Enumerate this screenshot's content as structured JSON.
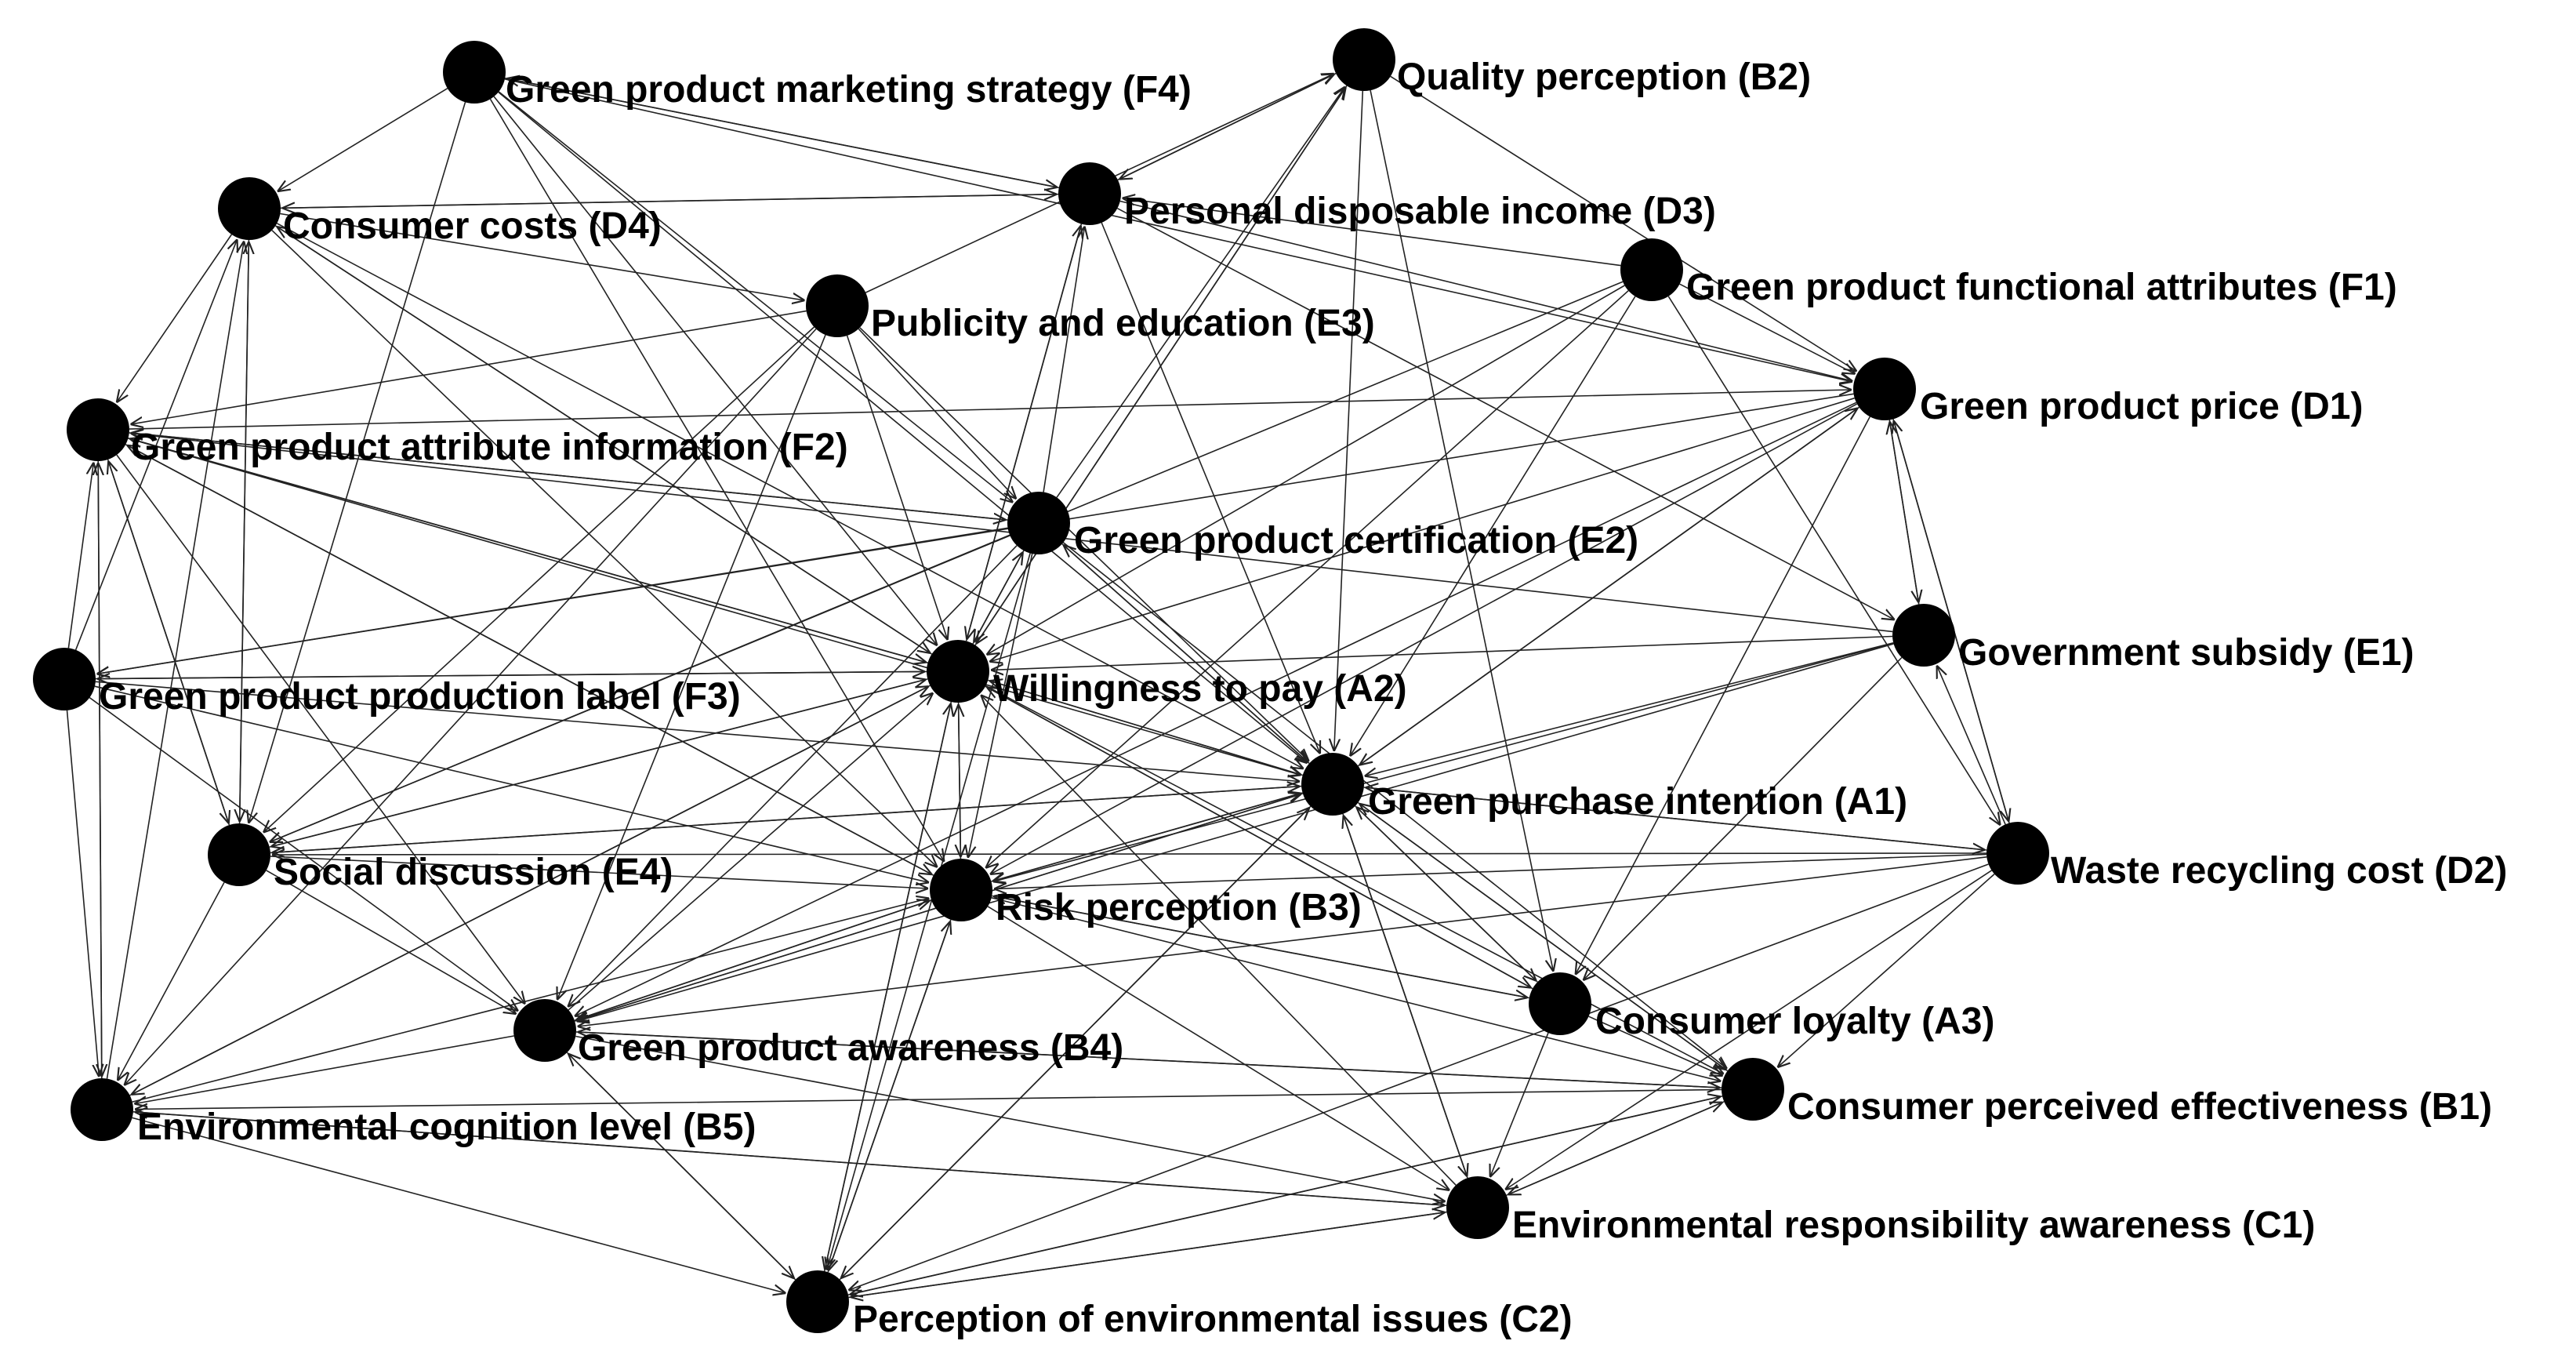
{
  "nodes": [
    {
      "id": "F4",
      "label": "Green product marketing strategy (F4)"
    },
    {
      "id": "B2",
      "label": "Quality perception (B2)"
    },
    {
      "id": "D4",
      "label": "Consumer costs (D4)"
    },
    {
      "id": "D3",
      "label": "Personal disposable income (D3)"
    },
    {
      "id": "F1",
      "label": "Green product functional attributes (F1)"
    },
    {
      "id": "E3",
      "label": "Publicity and education (E3)"
    },
    {
      "id": "D1",
      "label": "Green product price (D1)"
    },
    {
      "id": "F2",
      "label": "Green product attribute information (F2)"
    },
    {
      "id": "E2",
      "label": "Green product certification (E2)"
    },
    {
      "id": "E1",
      "label": "Government subsidy (E1)"
    },
    {
      "id": "F3",
      "label": "Green product production label (F3)"
    },
    {
      "id": "A2",
      "label": "Willingness to pay (A2)"
    },
    {
      "id": "A1",
      "label": "Green purchase intention (A1)"
    },
    {
      "id": "D2",
      "label": "Waste recycling cost (D2)"
    },
    {
      "id": "E4",
      "label": "Social discussion (E4)"
    },
    {
      "id": "B3",
      "label": "Risk perception (B3)"
    },
    {
      "id": "A3",
      "label": "Consumer loyalty (A3)"
    },
    {
      "id": "B4",
      "label": "Green product awareness (B4)"
    },
    {
      "id": "B1",
      "label": "Consumer perceived effectiveness (B1)"
    },
    {
      "id": "B5",
      "label": "Environmental cognition level (B5)"
    },
    {
      "id": "C1",
      "label": "Environmental responsibility awareness (C1)"
    },
    {
      "id": "C2",
      "label": "Perception of environmental issues (C2)"
    }
  ],
  "edges": [
    [
      "F4",
      "D4"
    ],
    [
      "F4",
      "D3"
    ],
    [
      "F4",
      "A2"
    ],
    [
      "F4",
      "B3"
    ],
    [
      "F4",
      "A1"
    ],
    [
      "F4",
      "E4"
    ],
    [
      "F4",
      "D1"
    ],
    [
      "F4",
      "E2"
    ],
    [
      "D3",
      "F4"
    ],
    [
      "D3",
      "B2"
    ],
    [
      "D3",
      "D1"
    ],
    [
      "D3",
      "D4"
    ],
    [
      "D3",
      "A2"
    ],
    [
      "D3",
      "A1"
    ],
    [
      "D3",
      "E1"
    ],
    [
      "D4",
      "E3"
    ],
    [
      "D4",
      "A2"
    ],
    [
      "D4",
      "A1"
    ],
    [
      "D4",
      "B3"
    ],
    [
      "D4",
      "E4"
    ],
    [
      "D4",
      "F2"
    ],
    [
      "D4",
      "D3"
    ],
    [
      "E3",
      "F2"
    ],
    [
      "E3",
      "A2"
    ],
    [
      "E3",
      "A1"
    ],
    [
      "E3",
      "E2"
    ],
    [
      "E3",
      "B4"
    ],
    [
      "E3",
      "E4"
    ],
    [
      "E3",
      "B5"
    ],
    [
      "E3",
      "B2"
    ],
    [
      "F1",
      "D1"
    ],
    [
      "F1",
      "A1"
    ],
    [
      "F1",
      "A2"
    ],
    [
      "F1",
      "D2"
    ],
    [
      "F1",
      "B3"
    ],
    [
      "F1",
      "D3"
    ],
    [
      "F1",
      "E4"
    ],
    [
      "B2",
      "A2"
    ],
    [
      "B2",
      "A1"
    ],
    [
      "B2",
      "A3"
    ],
    [
      "B2",
      "D1"
    ],
    [
      "B2",
      "D3"
    ],
    [
      "D1",
      "A1"
    ],
    [
      "D1",
      "A2"
    ],
    [
      "D1",
      "E1"
    ],
    [
      "D1",
      "F3"
    ],
    [
      "D1",
      "B3"
    ],
    [
      "D1",
      "A3"
    ],
    [
      "D1",
      "B4"
    ],
    [
      "D1",
      "D2"
    ],
    [
      "F2",
      "A2"
    ],
    [
      "F2",
      "A1"
    ],
    [
      "F2",
      "B3"
    ],
    [
      "F2",
      "E4"
    ],
    [
      "F2",
      "B4"
    ],
    [
      "F2",
      "B5"
    ],
    [
      "F2",
      "E2"
    ],
    [
      "F2",
      "D1"
    ],
    [
      "E2",
      "F2"
    ],
    [
      "E2",
      "A2"
    ],
    [
      "E2",
      "A1"
    ],
    [
      "E2",
      "B3"
    ],
    [
      "E2",
      "B4"
    ],
    [
      "E2",
      "C2"
    ],
    [
      "E2",
      "F3"
    ],
    [
      "E2",
      "B2"
    ],
    [
      "E2",
      "D3"
    ],
    [
      "E2",
      "E4"
    ],
    [
      "E2",
      "B1"
    ],
    [
      "E1",
      "A1"
    ],
    [
      "E1",
      "A2"
    ],
    [
      "E1",
      "B3"
    ],
    [
      "E1",
      "F2"
    ],
    [
      "E1",
      "A3"
    ],
    [
      "E1",
      "D1"
    ],
    [
      "E1",
      "B4"
    ],
    [
      "F3",
      "A2"
    ],
    [
      "F3",
      "A1"
    ],
    [
      "F3",
      "F2"
    ],
    [
      "F3",
      "D4"
    ],
    [
      "F3",
      "B3"
    ],
    [
      "F3",
      "B5"
    ],
    [
      "F3",
      "B4"
    ],
    [
      "A2",
      "A1"
    ],
    [
      "A2",
      "B3"
    ],
    [
      "A2",
      "F3"
    ],
    [
      "A2",
      "E4"
    ],
    [
      "A2",
      "C2"
    ],
    [
      "A2",
      "A3"
    ],
    [
      "A2",
      "B1"
    ],
    [
      "A2",
      "B2"
    ],
    [
      "A2",
      "D3"
    ],
    [
      "A2",
      "B5"
    ],
    [
      "A2",
      "E2"
    ],
    [
      "A2",
      "D4"
    ],
    [
      "A2",
      "F2"
    ],
    [
      "A1",
      "A2"
    ],
    [
      "A1",
      "B3"
    ],
    [
      "A1",
      "A3"
    ],
    [
      "A1",
      "B1"
    ],
    [
      "A1",
      "C1"
    ],
    [
      "A1",
      "C2"
    ],
    [
      "A1",
      "B4"
    ],
    [
      "A1",
      "D1"
    ],
    [
      "A1",
      "E4"
    ],
    [
      "A1",
      "D2"
    ],
    [
      "A1",
      "E2"
    ],
    [
      "D2",
      "A1"
    ],
    [
      "D2",
      "B3"
    ],
    [
      "D2",
      "C1"
    ],
    [
      "D2",
      "B1"
    ],
    [
      "D2",
      "B4"
    ],
    [
      "D2",
      "C2"
    ],
    [
      "D2",
      "D1"
    ],
    [
      "D2",
      "E1"
    ],
    [
      "D2",
      "E4"
    ],
    [
      "E4",
      "B4"
    ],
    [
      "E4",
      "B3"
    ],
    [
      "E4",
      "A2"
    ],
    [
      "E4",
      "B5"
    ],
    [
      "E4",
      "D4"
    ],
    [
      "E4",
      "F2"
    ],
    [
      "E4",
      "A1"
    ],
    [
      "B3",
      "A2"
    ],
    [
      "B3",
      "A1"
    ],
    [
      "B3",
      "B4"
    ],
    [
      "B3",
      "A3"
    ],
    [
      "B3",
      "B1"
    ],
    [
      "B3",
      "C2"
    ],
    [
      "B3",
      "F2"
    ],
    [
      "B3",
      "C1"
    ],
    [
      "B4",
      "A2"
    ],
    [
      "B4",
      "A1"
    ],
    [
      "B4",
      "B3"
    ],
    [
      "B4",
      "B1"
    ],
    [
      "B4",
      "C1"
    ],
    [
      "B4",
      "C2"
    ],
    [
      "B4",
      "B5"
    ],
    [
      "A3",
      "A1"
    ],
    [
      "A3",
      "B1"
    ],
    [
      "A3",
      "C1"
    ],
    [
      "A3",
      "A2"
    ],
    [
      "A3",
      "B3"
    ],
    [
      "B1",
      "A1"
    ],
    [
      "B1",
      "C1"
    ],
    [
      "B1",
      "B5"
    ],
    [
      "B1",
      "C2"
    ],
    [
      "B1",
      "B4"
    ],
    [
      "B5",
      "C2"
    ],
    [
      "B5",
      "C1"
    ],
    [
      "B5",
      "A2"
    ],
    [
      "B5",
      "B3"
    ],
    [
      "B5",
      "F2"
    ],
    [
      "B5",
      "D4"
    ],
    [
      "C1",
      "C2"
    ],
    [
      "C1",
      "B5"
    ],
    [
      "C1",
      "A1"
    ],
    [
      "C1",
      "B1"
    ],
    [
      "C1",
      "A2"
    ],
    [
      "C2",
      "A2"
    ],
    [
      "C2",
      "A1"
    ],
    [
      "C2",
      "B3"
    ],
    [
      "C2",
      "C1"
    ],
    [
      "C2",
      "B1"
    ],
    [
      "C2",
      "B4"
    ]
  ]
}
